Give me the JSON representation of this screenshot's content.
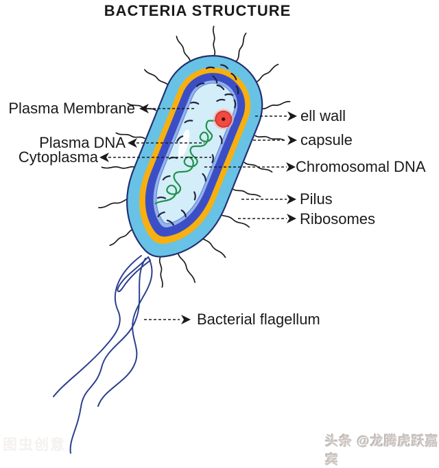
{
  "title": "BACTERIA STRUCTURE",
  "labels": {
    "plasma_membrane": "Plasma Membrane",
    "plasma_dna": "Plasma DNA",
    "cytoplasma": "Cytoplasma",
    "cell_wall": "ell wall",
    "capsule": "capsule",
    "chromosomal_dna": "Chromosomal DNA",
    "pilus": "Pilus",
    "ribosomes": "Ribosomes",
    "bacterial_flagellum": "Bacterial flagellum"
  },
  "watermarks": {
    "bottom_left": "图虫创意",
    "bottom_right": "头条 @龙腾虎跃嘉宾"
  },
  "palette": {
    "capsule_blue": "#68C2E5",
    "cell_wall_yellow": "#F7B010",
    "membrane_indigo": "#3C4EC6",
    "inner_light_blue": "#93B2E9",
    "cytoplasm_blue": "#D3EDF9",
    "dna_green": "#1E9148",
    "plasmid_red": "#F04A42",
    "flagellum_navy": "#2B3F8F",
    "outline_navy": "#203071",
    "ink": "#1A1A1A"
  }
}
